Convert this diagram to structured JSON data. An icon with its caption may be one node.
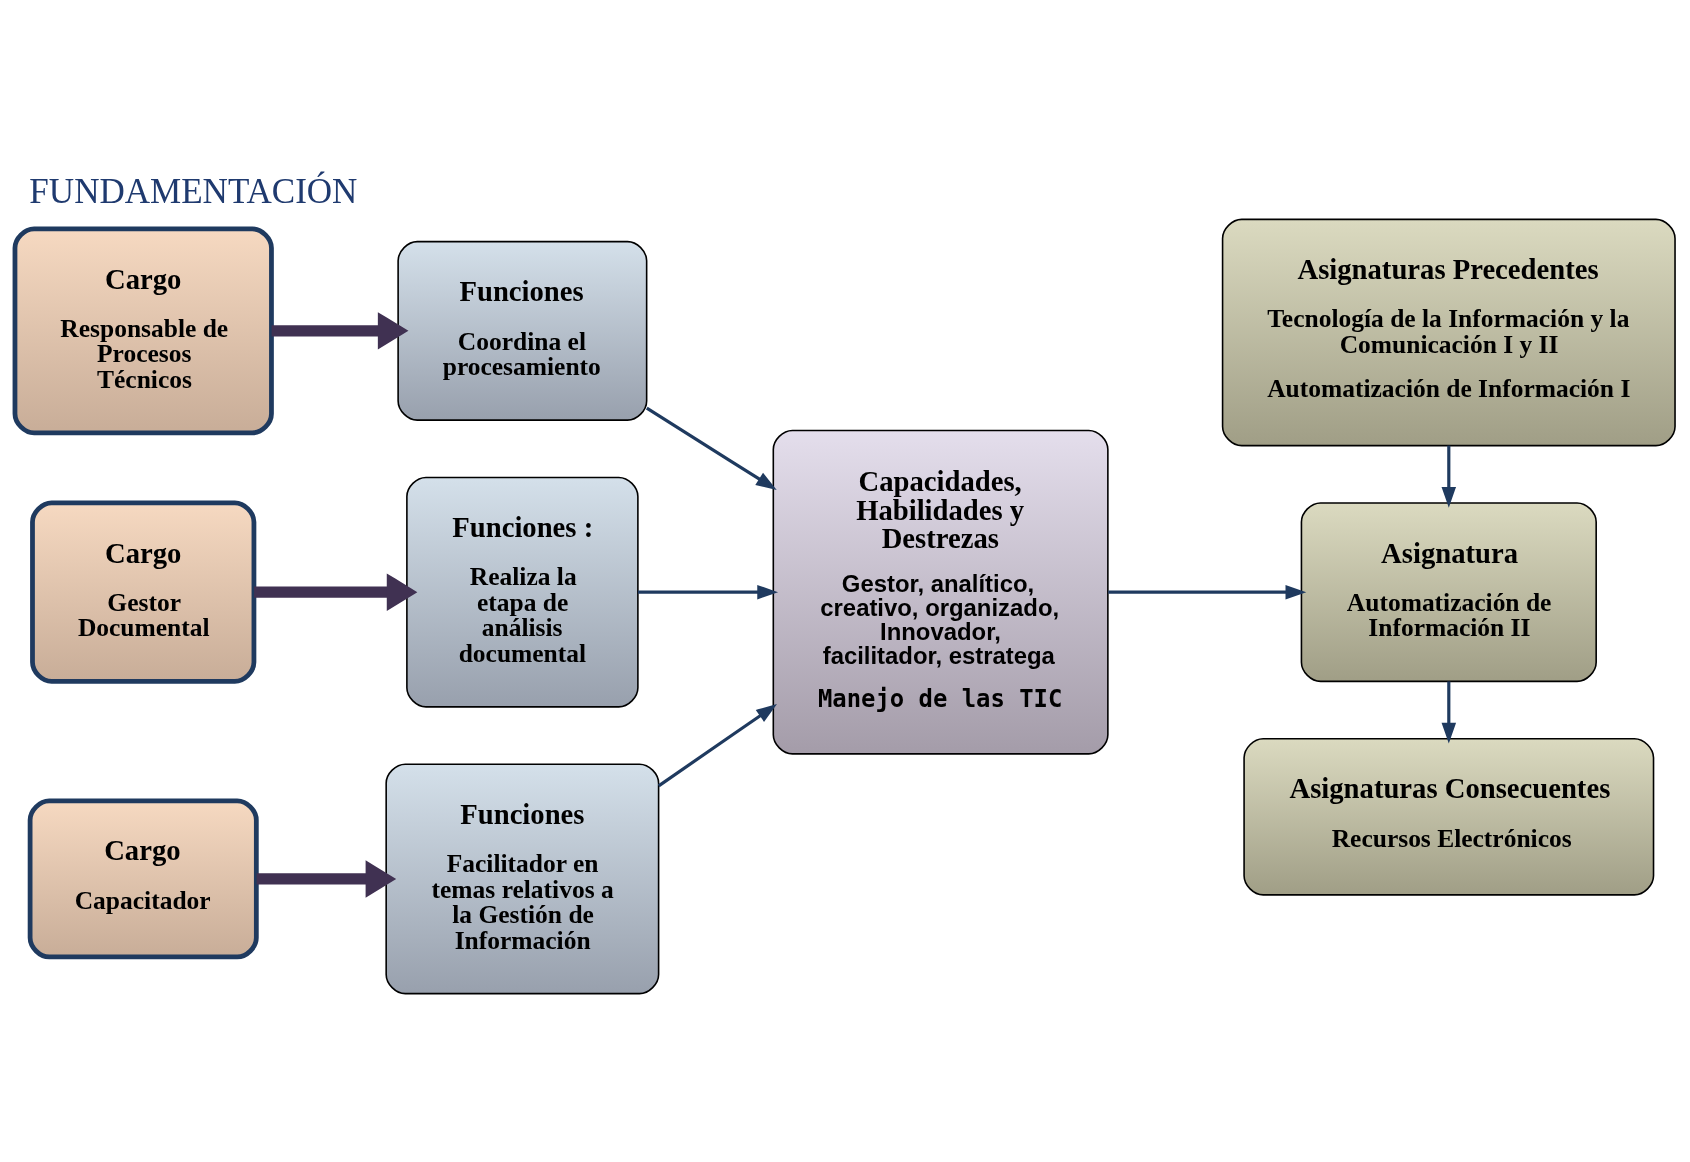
{
  "diagram": {
    "title": "FUNDAMENTACIÓN",
    "nodes": [
      {
        "text": [
          "Cargo",
          "Responsable de Procesos Técnicos"
        ]
      },
      {
        "text": [
          "Funciones",
          "Coordina el procesamiento"
        ]
      },
      {
        "text": [
          "Cargo",
          "Gestor Documental"
        ]
      },
      {
        "text": [
          "Funciones :",
          "Realiza la etapa de análisis documental"
        ]
      },
      {
        "text": [
          "Cargo",
          "Capacitador"
        ]
      },
      {
        "text": [
          "Funciones",
          "Facilitador en temas relativos a la Gestión de Información"
        ]
      },
      {
        "text": [
          "Capacidades, Habilidades y Destrezas",
          "Gestor, analítico, creativo, organizado, Innovador, facilitador, estratega",
          "Manejo de las TIC"
        ]
      },
      {
        "text": [
          "Asignaturas Precedentes",
          "Tecnología de la Información y la Comunicación I y II",
          "Automatización de Información I"
        ]
      },
      {
        "text": [
          "Asignatura",
          "Automatización de Información II"
        ]
      },
      {
        "text": [
          "Asignaturas Consecuentes",
          "Recursos Electrónicos"
        ]
      }
    ],
    "edges": [
      {
        "from": 0,
        "to": 1,
        "arrow": "to",
        "style": "thick",
        "color": "#403152"
      },
      {
        "from": 2,
        "to": 3,
        "arrow": "to",
        "style": "thick",
        "color": "#403152"
      },
      {
        "from": 4,
        "to": 5,
        "arrow": "to",
        "style": "thick",
        "color": "#403152"
      },
      {
        "from": 1,
        "to": 6,
        "arrow": "to"
      },
      {
        "from": 3,
        "to": 6,
        "arrow": "to"
      },
      {
        "from": 5,
        "to": 6,
        "arrow": "to"
      },
      {
        "from": 6,
        "to": 8,
        "arrow": "to"
      },
      {
        "from": 7,
        "to": 8,
        "arrow": "to"
      },
      {
        "from": 8,
        "to": 9,
        "arrow": "to"
      }
    ]
  }
}
